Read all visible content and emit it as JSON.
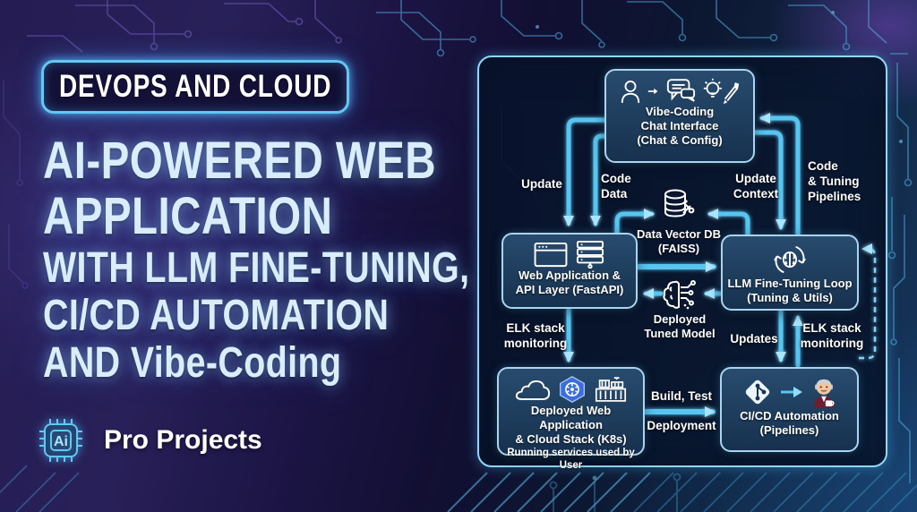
{
  "badge": {
    "label": "DEVOPS AND CLOUD"
  },
  "title": {
    "lines": [
      "AI-POWERED WEB",
      "APPLICATION",
      "WITH LLM FINE-TUNING,",
      "CI/CD AUTOMATION",
      "AND Vibe-Coding"
    ]
  },
  "brand": {
    "chip_label": "Ai",
    "name": "Pro Projects"
  },
  "colors": {
    "accent_cyan": "#5ec9f4",
    "panel_border": "#8fd8f8",
    "box_fill": "#1c3a5e",
    "box_border": "#a9d6ee",
    "k8s_blue": "#3b6edd",
    "git_diamond": "#edf5fc",
    "jenkins_suit": "#6e1f2e",
    "background_purple": "#251e53",
    "background_navy": "#0d1834",
    "title_text": "#d9edfb"
  },
  "icons": [
    "user-icon",
    "arrow-right-icon",
    "chat-bubbles-icon",
    "idea-pencil-icon",
    "browser-icon",
    "server-icon",
    "brain-loop-icon",
    "database-vector-icon",
    "brain-circuit-icon",
    "cloud-icon",
    "kubernetes-icon",
    "container-icon",
    "git-icon",
    "jenkins-icon",
    "ai-chip-icon"
  ],
  "diagram": {
    "boxes": {
      "chat": {
        "lines": [
          "Vibe-Coding",
          "Chat Interface",
          "(Chat & Config)"
        ]
      },
      "webapp": {
        "lines": [
          "Web Application &",
          "API Layer (FastAPI)"
        ]
      },
      "llm": {
        "lines": [
          "LLM Fine-Tuning Loop",
          "(Tuning & Utils)"
        ]
      },
      "deployed_app": {
        "lines": [
          "Deployed Web Application",
          "& Cloud Stack (K8s)"
        ],
        "subtitle": "Running services used by User"
      },
      "cicd": {
        "lines": [
          "CI/CD Automation",
          "(Pipelines)"
        ]
      }
    },
    "nodes": {
      "vector_db": {
        "lines": [
          "Data Vector DB",
          "(FAISS)"
        ]
      },
      "tuned_model": {
        "lines": [
          "Deployed",
          "Tuned Model"
        ]
      }
    },
    "edge_labels": {
      "update": "Update",
      "code_data": [
        "Code",
        "Data"
      ],
      "update_context": [
        "Update",
        "Context"
      ],
      "code_tuning": [
        "Code",
        "& Tuning",
        "Pipelines"
      ],
      "elk_left": [
        "ELK stack",
        "monitoring"
      ],
      "updates": "Updates",
      "elk_right": [
        "ELK stack",
        "monitoring"
      ],
      "build_test": "Build, Test",
      "deployment": "Deployment"
    }
  }
}
